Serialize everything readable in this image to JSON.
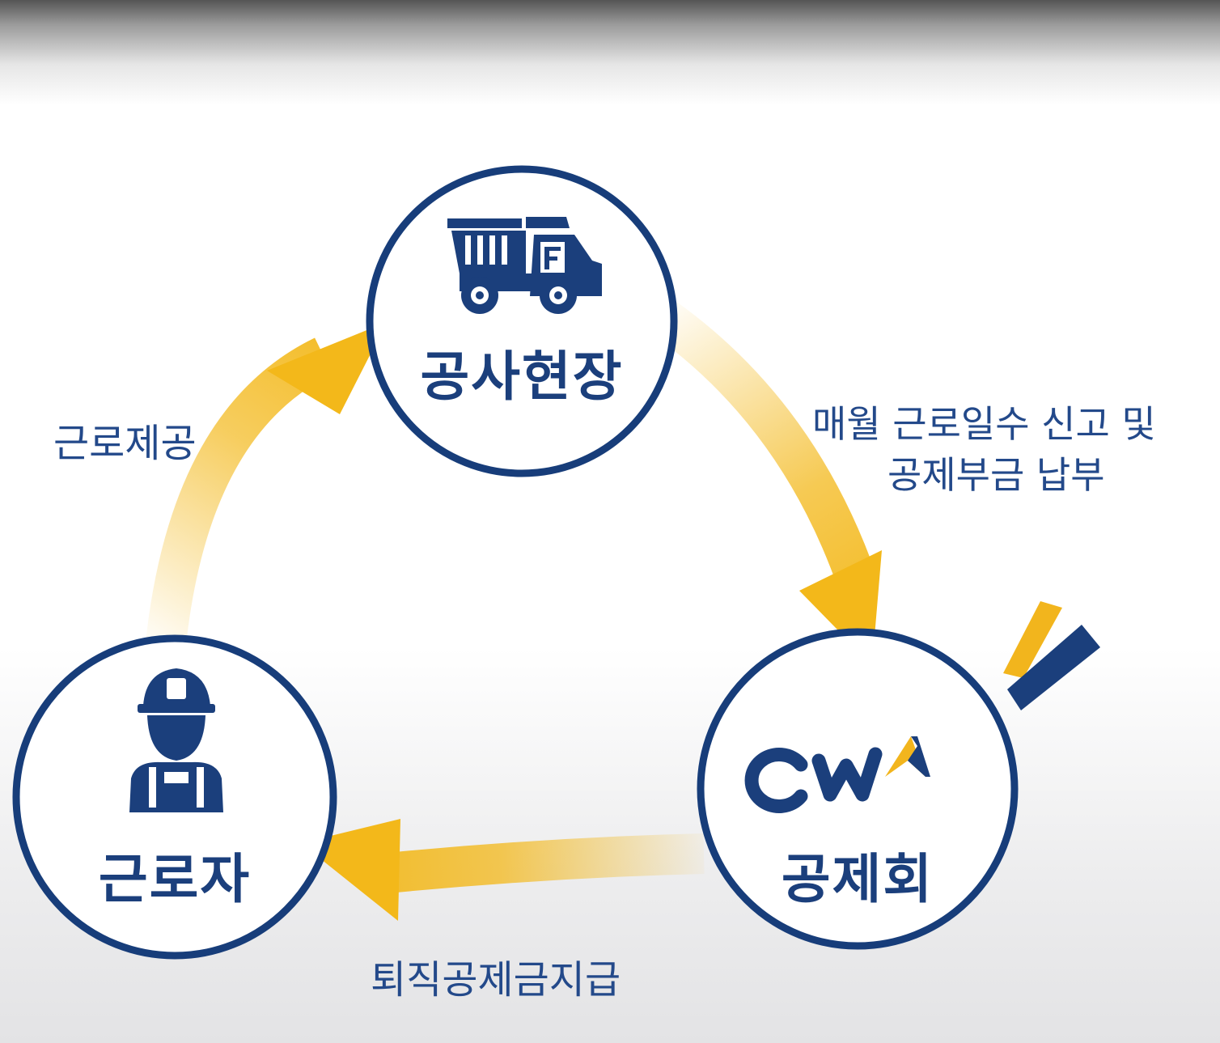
{
  "nodes": {
    "construction_site": {
      "label": "공사현장",
      "icon": "dump-truck-icon"
    },
    "worker": {
      "label": "근로자",
      "icon": "worker-icon"
    },
    "mutual_aid": {
      "label": "공제회",
      "icon": "cw-logo"
    }
  },
  "edges": {
    "worker_to_site": {
      "label": "근로제공"
    },
    "site_to_aid": {
      "line1": "매월 근로일수 신고 및",
      "line2": "공제부금 납부"
    },
    "aid_to_worker": {
      "label": "퇴직공제금지급"
    }
  },
  "logo": {
    "text": "CW"
  },
  "colors": {
    "navy": "#1b3f7c",
    "ring": "#173d7a",
    "arrow": "#f3b81a",
    "accent_yellow": "#f2b51d"
  }
}
